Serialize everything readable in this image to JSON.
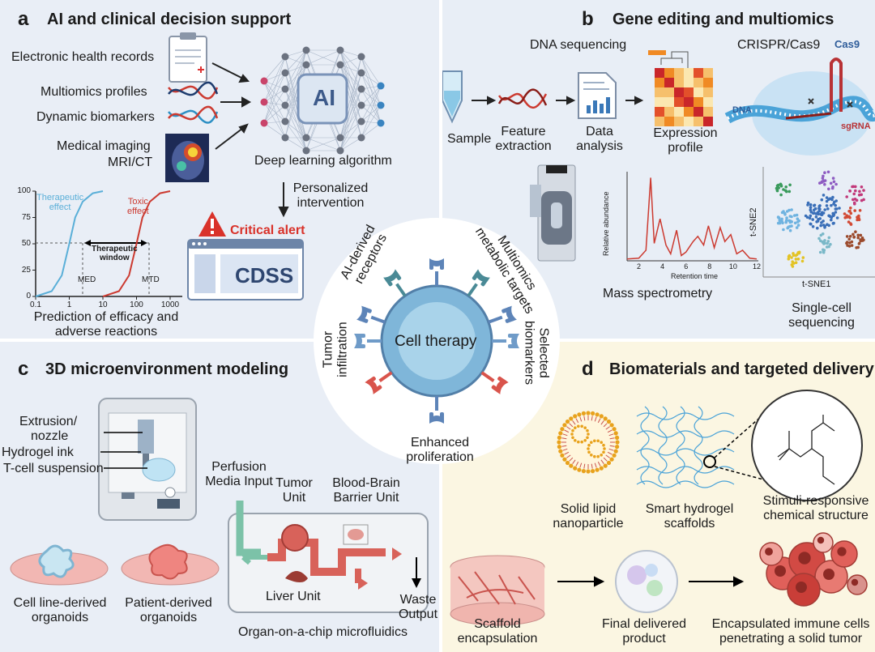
{
  "panel_a": {
    "letter": "a",
    "title": "AI and clinical decision support",
    "inputs": [
      "Electronic health records",
      "Multiomics profiles",
      "Dynamic biomarkers",
      "Medical imaging",
      "MRI/CT"
    ],
    "ai_label": "AI",
    "algorithm_label": "Deep learning algorithm",
    "intervention_label": [
      "Personalized",
      "intervention"
    ],
    "alert_label": "Critical alert",
    "cdss_label": "CDSS",
    "curve_labels": {
      "therapeutic": [
        "Therapeutic",
        "effect"
      ],
      "toxic": [
        "Toxic",
        "effect"
      ],
      "window": [
        "Therapeutic",
        "window"
      ],
      "med": "MED",
      "mtd": "MTD"
    },
    "y_ticks": [
      "100",
      "75",
      "50",
      "25",
      "0"
    ],
    "x_ticks": [
      "0.1",
      "1",
      "10",
      "100",
      "1000"
    ],
    "caption": [
      "Prediction of efficacy and",
      "adverse reactions"
    ],
    "colors": {
      "therapeutic": "#5aafd8",
      "toxic": "#cc3a30"
    }
  },
  "panel_b": {
    "letter": "b",
    "title": "Gene editing and multiomics",
    "dna_seq_label": "DNA sequencing",
    "crispr_label": "CRISPR/Cas9",
    "steps": [
      "Sample",
      "Feature extraction",
      "Data analysis",
      "Expression profile"
    ],
    "cas9_label": "Cas9",
    "sgrna_label": "sgRNA",
    "dna_label": "DNA",
    "ms_ylabel": "Relative abundance",
    "ms_xlabel": "Retention time",
    "ms_x_ticks": [
      "2",
      "4",
      "6",
      "8",
      "10",
      "12"
    ],
    "ms_label": "Mass spectrometry",
    "tsne_x": "t-SNE1",
    "tsne_y": "t-SNE2",
    "sc_label": [
      "Single-cell",
      "sequencing"
    ]
  },
  "panel_c": {
    "letter": "c",
    "title": "3D microenvironment modeling",
    "printer_labels": [
      "Extrusion/",
      "nozzle",
      "Hydrogel ink",
      "T-cell suspension"
    ],
    "organoids": [
      "Cell line-derived",
      "organoids",
      "Patient-derived",
      "organoids"
    ],
    "chip_labels": {
      "perfusion": [
        "Perfusion",
        "Media Input"
      ],
      "tumor": [
        "Tumor",
        "Unit"
      ],
      "bbb": [
        "Blood-Brain",
        "Barrier Unit"
      ],
      "liver": "Liver Unit",
      "waste": [
        "Waste",
        "Output"
      ],
      "caption": "Organ-on-a-chip microfluidics"
    }
  },
  "panel_d": {
    "letter": "d",
    "title": "Biomaterials and targeted delivery",
    "items": [
      "Solid lipid",
      "nanoparticle",
      "Smart hydrogel",
      "scaffolds",
      "Stimuli-responsive",
      "chemical structure"
    ],
    "bottom": [
      "Scaffold",
      "encapsulation",
      "Final delivered",
      "product",
      "Encapsulated immune cells",
      "penetrating a solid tumor"
    ]
  },
  "center": {
    "title": "Cell therapy",
    "labels": [
      "AI-derived",
      "receptors",
      "Multiomics",
      "metabolic targets",
      "Tumor",
      "infiltration",
      "Selected",
      "biomarkers",
      "Enhanced",
      "proliferation"
    ]
  },
  "chart_data": [
    {
      "type": "line",
      "yticks": [
        0,
        25,
        50,
        75,
        100
      ],
      "xticks": [
        "0.1",
        "1",
        "10",
        "100",
        "1000"
      ],
      "xscale": "log",
      "series": [
        {
          "name": "Therapeutic effect",
          "x": [
            0.1,
            0.3,
            0.6,
            1,
            1.5,
            2.5,
            5,
            10
          ],
          "y": [
            0,
            5,
            20,
            50,
            75,
            90,
            98,
            100
          ]
        },
        {
          "name": "Toxic effect",
          "x": [
            10,
            30,
            60,
            100,
            150,
            250,
            500,
            1000
          ],
          "y": [
            0,
            5,
            20,
            50,
            75,
            90,
            98,
            100
          ]
        }
      ]
    },
    {
      "type": "line",
      "xlabel": "Retention time",
      "ylabel": "Relative abundance",
      "xticks": [
        2,
        4,
        6,
        8,
        10,
        12
      ],
      "series": [
        {
          "x": [
            1,
            2,
            2.6,
            3,
            3.3,
            3.8,
            4.3,
            4.7,
            5.2,
            5.6,
            6,
            6.6,
            7,
            7.5,
            7.9,
            8.4,
            8.9,
            9.3,
            9.8,
            10.3,
            10.8,
            11.4,
            12
          ],
          "y": [
            2,
            3,
            12,
            95,
            20,
            48,
            18,
            8,
            35,
            6,
            10,
            22,
            28,
            18,
            40,
            15,
            38,
            22,
            30,
            8,
            12,
            3,
            2
          ]
        }
      ]
    }
  ]
}
